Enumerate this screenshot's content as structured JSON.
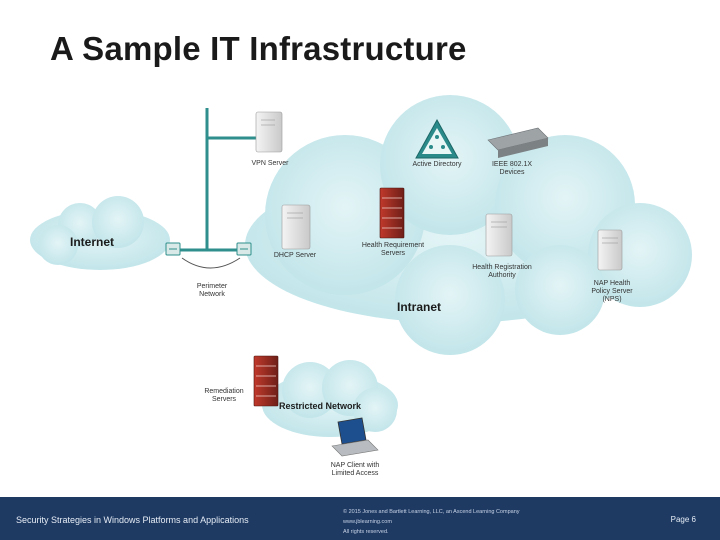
{
  "slide": {
    "title": "A Sample IT Infrastructure"
  },
  "diagram": {
    "zones": {
      "internet": "Internet",
      "intranet": "Intranet",
      "restricted": "Restricted Network"
    },
    "nodes": {
      "vpn_server": [
        "VPN Server"
      ],
      "active_directory": [
        "Active Directory"
      ],
      "ieee_devices": [
        "IEEE 802.1X",
        "Devices"
      ],
      "dhcp_server": [
        "DHCP Server"
      ],
      "health_requirement": [
        "Health Requirement",
        "Servers"
      ],
      "health_registration": [
        "Health Registration",
        "Authority"
      ],
      "nap_policy": [
        "NAP Health",
        "Policy Server",
        "(NPS)"
      ],
      "perimeter": [
        "Perimeter",
        "Network"
      ],
      "remediation": [
        "Remediation",
        "Servers"
      ],
      "nap_client": [
        "NAP Client with",
        "Limited Access"
      ]
    }
  },
  "footer": {
    "left_text": "Security Strategies in Windows Platforms and Applications",
    "copyright": [
      "© 2015 Jones and Bartlett Learning, LLC, an Ascend Learning Company",
      "www.jblearning.com",
      "All rights reserved."
    ],
    "page": "Page 6"
  },
  "colors": {
    "cloud": "#c6e8ec",
    "line": "#2e8f8c",
    "footer": "#1e3a63"
  }
}
